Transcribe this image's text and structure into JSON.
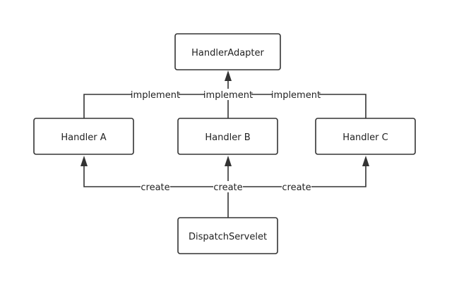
{
  "nodes": {
    "handler_adapter": "HandlerAdapter",
    "handler_a": "Handler A",
    "handler_b": "Handler B",
    "handler_c": "Handler C",
    "dispatch_servelet": "DispatchServelet"
  },
  "edges": {
    "implement_a": "implement",
    "implement_b": "implement",
    "implement_c": "implement",
    "create_a": "create",
    "create_b": "create",
    "create_c": "create"
  }
}
